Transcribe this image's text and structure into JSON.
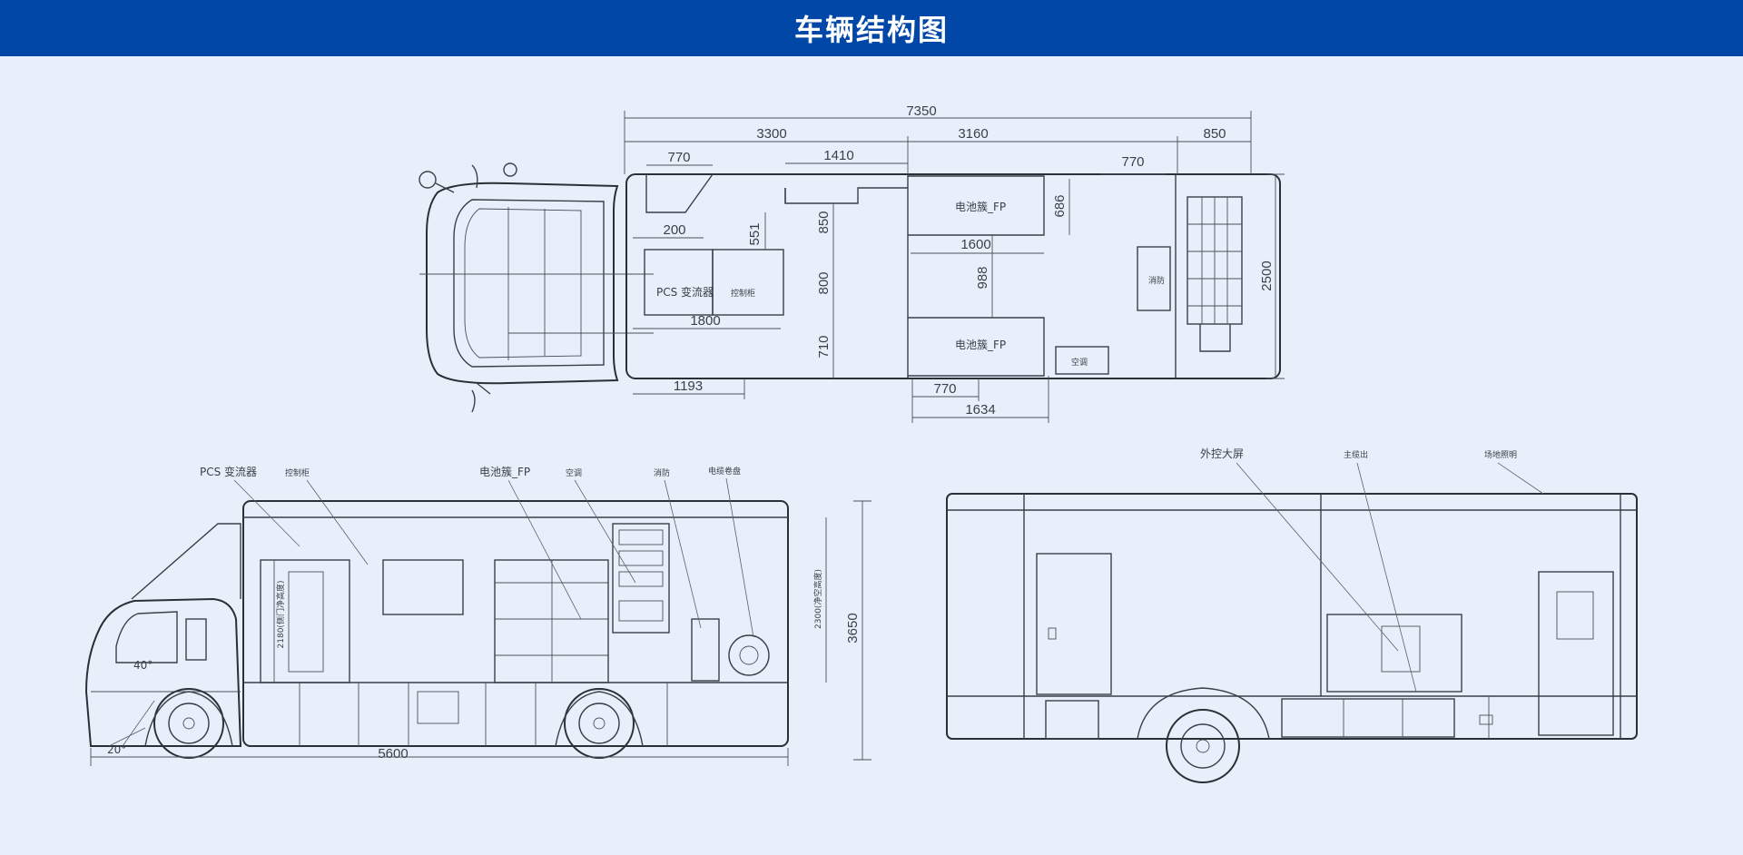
{
  "header": {
    "title": "车辆结构图"
  },
  "top_view": {
    "dims": {
      "total": "7350",
      "s1": "3300",
      "s2": "3160",
      "s3": "850",
      "d770a": "770",
      "d1410": "1410",
      "d770b": "770",
      "d200": "200",
      "d551": "551",
      "d850": "850",
      "d800": "800",
      "d710": "710",
      "d1800": "1800",
      "d1193": "1193",
      "d686": "686",
      "d1600": "1600",
      "d988": "988",
      "d770c": "770",
      "d1634": "1634",
      "d2500": "2500"
    },
    "labels": {
      "pcs": "PCS 变流器",
      "ctrl": "控制柜",
      "bat1": "电池簇_FP",
      "bat2": "电池簇_FP",
      "ac": "空调",
      "fire": "消防"
    }
  },
  "side_left": {
    "labels": {
      "pcs": "PCS 变流器",
      "ctrl": "控制柜",
      "bat": "电池簇_FP",
      "ac": "空调",
      "fire": "消防",
      "reel": "电缆卷盘"
    },
    "dims": {
      "len": "5600",
      "h": "3650",
      "h2300": "2300(净空高度)",
      "h2180": "2180(侧门净高度)",
      "a40": "40°",
      "a20": "20°"
    }
  },
  "side_right": {
    "labels": {
      "screen": "外控大屏",
      "cable": "主缆出",
      "light": "场地照明"
    }
  }
}
